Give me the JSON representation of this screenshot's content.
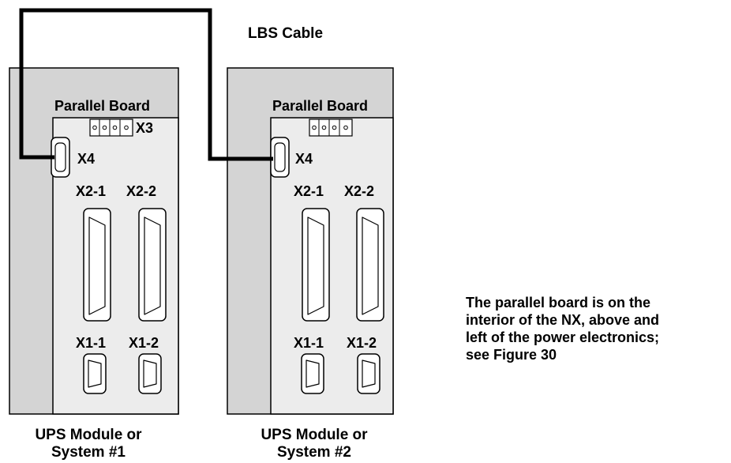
{
  "cable_label": "LBS Cable",
  "units": [
    {
      "board_title": "Parallel Board",
      "x3_label": "X3",
      "x4_label": "X4",
      "x2_1_label": "X2-1",
      "x2_2_label": "X2-2",
      "x1_1_label": "X1-1",
      "x1_2_label": "X1-2",
      "caption_line1": "UPS Module or",
      "caption_line2": "System #1"
    },
    {
      "board_title": "Parallel Board",
      "x4_label": "X4",
      "x2_1_label": "X2-1",
      "x2_2_label": "X2-2",
      "x1_1_label": "X1-1",
      "x1_2_label": "X1-2",
      "caption_line1": "UPS Module or",
      "caption_line2": "System #2"
    }
  ],
  "note_lines": [
    "The parallel board is on the",
    "interior of the NX, above and",
    "left of the power electronics;",
    "see Figure 30"
  ],
  "colors": {
    "cabinet_fill": "#d4d4d4",
    "board_fill": "#ececec",
    "line": "#000000"
  }
}
